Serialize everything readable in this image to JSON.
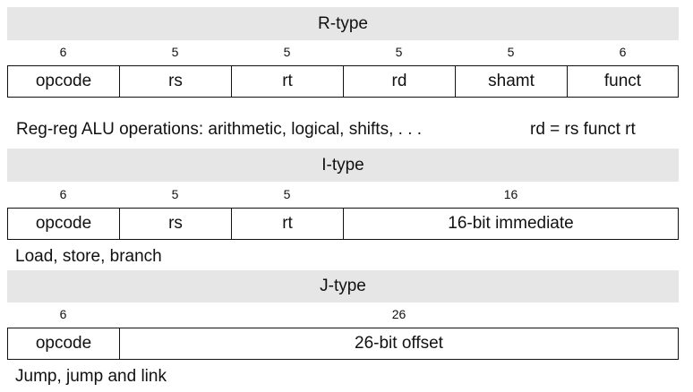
{
  "r_type": {
    "title": "R-type",
    "fields": [
      {
        "bits": "6",
        "name": "opcode"
      },
      {
        "bits": "5",
        "name": "rs"
      },
      {
        "bits": "5",
        "name": "rt"
      },
      {
        "bits": "5",
        "name": "rd"
      },
      {
        "bits": "5",
        "name": "shamt"
      },
      {
        "bits": "6",
        "name": "funct"
      }
    ],
    "description": "Reg-reg ALU operations: arithmetic, logical, shifts, . . .",
    "note": "rd = rs funct rt"
  },
  "i_type": {
    "title": "I-type",
    "fields": [
      {
        "bits": "6",
        "name": "opcode"
      },
      {
        "bits": "5",
        "name": "rs"
      },
      {
        "bits": "5",
        "name": "rt"
      },
      {
        "bits": "16",
        "name": "16-bit immediate"
      }
    ],
    "description": "Load, store, branch"
  },
  "j_type": {
    "title": "J-type",
    "fields": [
      {
        "bits": "6",
        "name": "opcode"
      },
      {
        "bits": "26",
        "name": "26-bit offset"
      }
    ],
    "description": "Jump, jump and link"
  }
}
